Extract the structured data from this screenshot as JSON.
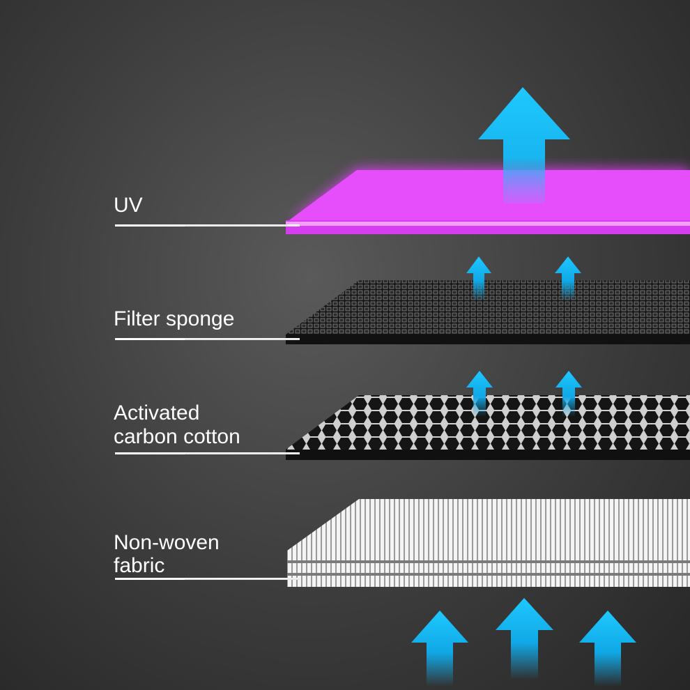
{
  "layers": [
    {
      "label": "UV",
      "color": "#e040fb"
    },
    {
      "label": "Filter sponge",
      "color": "#1a1a1a"
    },
    {
      "label": "Activated carbon cotton",
      "line1": "Activated",
      "line2": "carbon cotton",
      "color": "#141414"
    },
    {
      "label": "Non-woven fabric",
      "line1": "Non-woven",
      "line2": "fabric",
      "color": "#f2f2f2"
    }
  ],
  "arrow_color": "#18c4f5",
  "arrow_icon": "up-arrow-icon"
}
